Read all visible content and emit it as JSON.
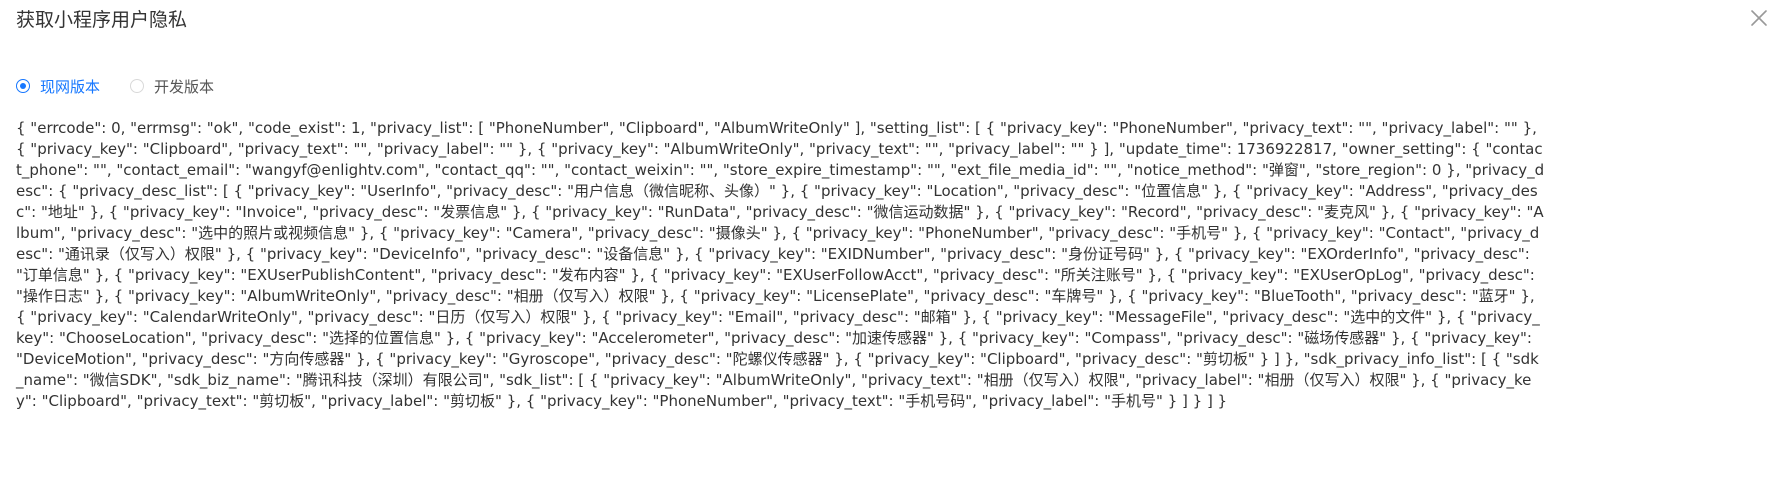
{
  "dialog": {
    "title": "获取小程序用户隐私"
  },
  "radios": [
    {
      "label": "现网版本",
      "checked": true
    },
    {
      "label": "开发版本",
      "checked": false
    }
  ],
  "response_text": "{ \"errcode\": 0, \"errmsg\": \"ok\", \"code_exist\": 1, \"privacy_list\": [ \"PhoneNumber\", \"Clipboard\", \"AlbumWriteOnly\" ], \"setting_list\": [ { \"privacy_key\": \"PhoneNumber\", \"privacy_text\": \"\", \"privacy_label\": \"\" }, { \"privacy_key\": \"Clipboard\", \"privacy_text\": \"\", \"privacy_label\": \"\" }, { \"privacy_key\": \"AlbumWriteOnly\", \"privacy_text\": \"\", \"privacy_label\": \"\" } ], \"update_time\": 1736922817, \"owner_setting\": { \"contact_phone\": \"\", \"contact_email\": \"wangyf@enlightv.com\", \"contact_qq\": \"\", \"contact_weixin\": \"\", \"store_expire_timestamp\": \"\", \"ext_file_media_id\": \"\", \"notice_method\": \"弹窗\", \"store_region\": 0 }, \"privacy_desc\": { \"privacy_desc_list\": [ { \"privacy_key\": \"UserInfo\", \"privacy_desc\": \"用户信息（微信昵称、头像）\" }, { \"privacy_key\": \"Location\", \"privacy_desc\": \"位置信息\" }, { \"privacy_key\": \"Address\", \"privacy_desc\": \"地址\" }, { \"privacy_key\": \"Invoice\", \"privacy_desc\": \"发票信息\" }, { \"privacy_key\": \"RunData\", \"privacy_desc\": \"微信运动数据\" }, { \"privacy_key\": \"Record\", \"privacy_desc\": \"麦克风\" }, { \"privacy_key\": \"Album\", \"privacy_desc\": \"选中的照片或视频信息\" }, { \"privacy_key\": \"Camera\", \"privacy_desc\": \"摄像头\" }, { \"privacy_key\": \"PhoneNumber\", \"privacy_desc\": \"手机号\" }, { \"privacy_key\": \"Contact\", \"privacy_desc\": \"通讯录（仅写入）权限\" }, { \"privacy_key\": \"DeviceInfo\", \"privacy_desc\": \"设备信息\" }, { \"privacy_key\": \"EXIDNumber\", \"privacy_desc\": \"身份证号码\" }, { \"privacy_key\": \"EXOrderInfo\", \"privacy_desc\": \"订单信息\" }, { \"privacy_key\": \"EXUserPublishContent\", \"privacy_desc\": \"发布内容\" }, { \"privacy_key\": \"EXUserFollowAcct\", \"privacy_desc\": \"所关注账号\" }, { \"privacy_key\": \"EXUserOpLog\", \"privacy_desc\": \"操作日志\" }, { \"privacy_key\": \"AlbumWriteOnly\", \"privacy_desc\": \"相册（仅写入）权限\" }, { \"privacy_key\": \"LicensePlate\", \"privacy_desc\": \"车牌号\" }, { \"privacy_key\": \"BlueTooth\", \"privacy_desc\": \"蓝牙\" }, { \"privacy_key\": \"CalendarWriteOnly\", \"privacy_desc\": \"日历（仅写入）权限\" }, { \"privacy_key\": \"Email\", \"privacy_desc\": \"邮箱\" }, { \"privacy_key\": \"MessageFile\", \"privacy_desc\": \"选中的文件\" }, { \"privacy_key\": \"ChooseLocation\", \"privacy_desc\": \"选择的位置信息\" }, { \"privacy_key\": \"Accelerometer\", \"privacy_desc\": \"加速传感器\" }, { \"privacy_key\": \"Compass\", \"privacy_desc\": \"磁场传感器\" }, { \"privacy_key\": \"DeviceMotion\", \"privacy_desc\": \"方向传感器\" }, { \"privacy_key\": \"Gyroscope\", \"privacy_desc\": \"陀螺仪传感器\" }, { \"privacy_key\": \"Clipboard\", \"privacy_desc\": \"剪切板\" } ] }, \"sdk_privacy_info_list\": [ { \"sdk_name\": \"微信SDK\", \"sdk_biz_name\": \"腾讯科技（深圳）有限公司\", \"sdk_list\": [ { \"privacy_key\": \"AlbumWriteOnly\", \"privacy_text\": \"相册（仅写入）权限\", \"privacy_label\": \"相册（仅写入）权限\" }, { \"privacy_key\": \"Clipboard\", \"privacy_text\": \"剪切板\", \"privacy_label\": \"剪切板\" }, { \"privacy_key\": \"PhoneNumber\", \"privacy_text\": \"手机号码\", \"privacy_label\": \"手机号\" } ] } ] }",
  "icons": {
    "close": "close-icon"
  },
  "colors": {
    "accent": "#1677ff",
    "text": "#333333",
    "radio_border": "#d9d9d9"
  }
}
